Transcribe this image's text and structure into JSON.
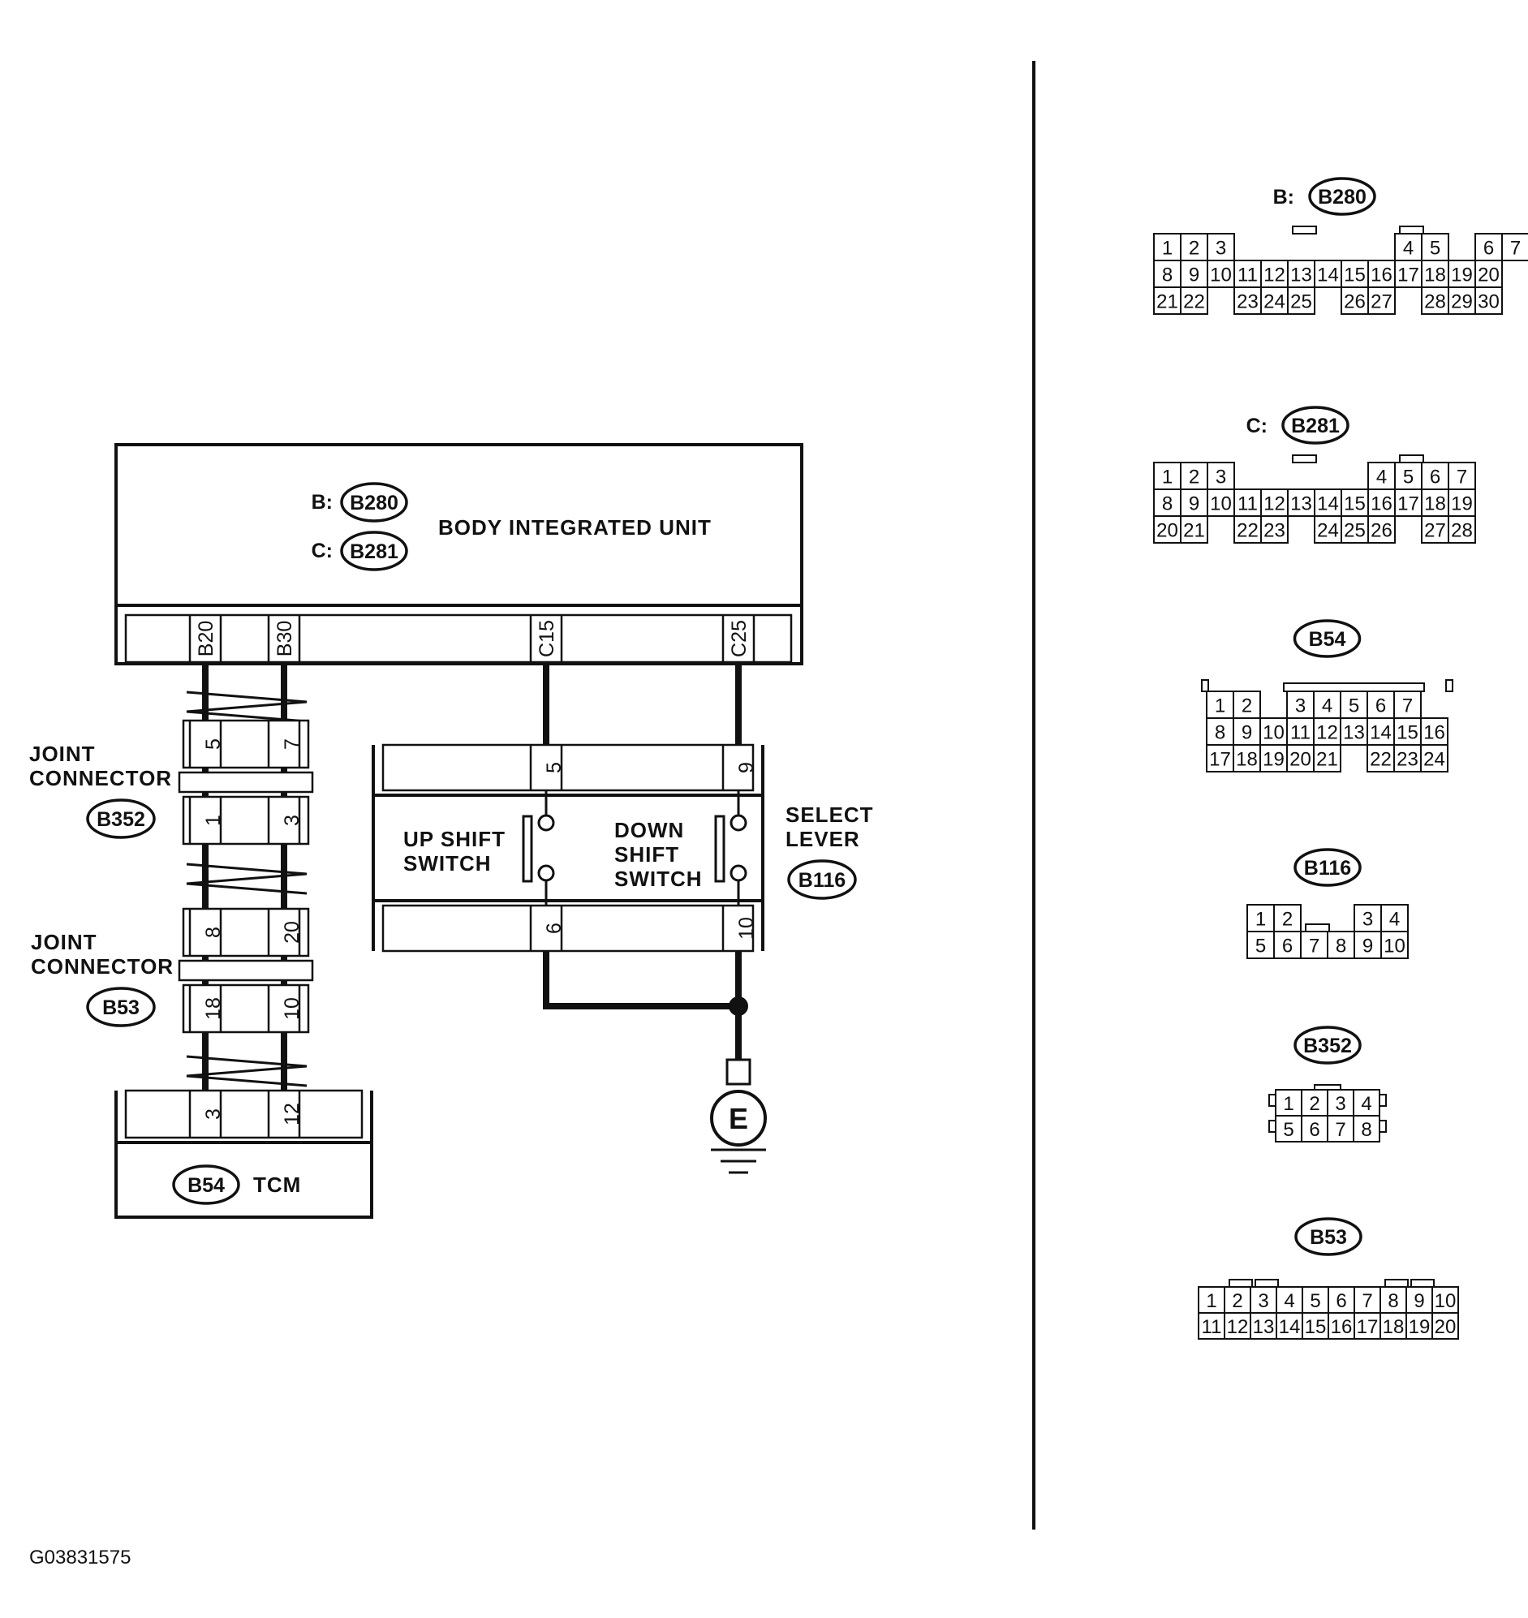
{
  "figure_id": "G03831575",
  "body_unit": {
    "title": "BODY INTEGRATED UNIT",
    "conn_b_prefix": "B:",
    "conn_b": "B280",
    "conn_c_prefix": "C:",
    "conn_c": "B281",
    "terminals": [
      "B20",
      "B30",
      "C15",
      "C25"
    ]
  },
  "joint_b352": {
    "label_line1": "JOINT",
    "label_line2": "CONNECTOR",
    "id": "B352",
    "top_pins": [
      "5",
      "7"
    ],
    "bottom_pins": [
      "1",
      "3"
    ]
  },
  "joint_b53": {
    "label_line1": "JOINT",
    "label_line2": "CONNECTOR",
    "id": "B53",
    "top_pins": [
      "8",
      "20"
    ],
    "bottom_pins": [
      "18",
      "10"
    ]
  },
  "tcm": {
    "id": "B54",
    "label": "TCM",
    "pins": [
      "3",
      "12"
    ]
  },
  "select_lever": {
    "label_line1": "SELECT",
    "label_line2": "LEVER",
    "id": "B116",
    "top_pins": [
      "5",
      "9"
    ],
    "bottom_pins": [
      "6",
      "10"
    ],
    "up_switch_line1": "UP SHIFT",
    "up_switch_line2": "SWITCH",
    "down_switch_line1": "DOWN",
    "down_switch_line2": "SHIFT",
    "down_switch_line3": "SWITCH"
  },
  "ground": {
    "label": "E"
  },
  "connector_views": [
    {
      "prefix": "B:",
      "id": "B280",
      "rows": [
        [
          "1",
          "2",
          "3",
          "",
          "",
          "",
          "",
          "",
          "",
          "4",
          "5",
          "",
          "6",
          "7"
        ],
        [
          "8",
          "9",
          "10",
          "11",
          "12",
          "13",
          "14",
          "15",
          "16",
          "17",
          "18",
          "19",
          "20"
        ],
        [
          "21",
          "22",
          "",
          "23",
          "24",
          "25",
          "",
          "26",
          "27",
          "",
          "28",
          "29",
          "30"
        ]
      ]
    },
    {
      "prefix": "C:",
      "id": "B281",
      "rows": [
        [
          "1",
          "2",
          "3",
          "",
          "",
          "",
          "",
          "",
          "4",
          "5",
          "6",
          "7"
        ],
        [
          "8",
          "9",
          "10",
          "11",
          "12",
          "13",
          "14",
          "15",
          "16",
          "17",
          "18",
          "19"
        ],
        [
          "20",
          "21",
          "",
          "22",
          "23",
          "",
          "24",
          "25",
          "26",
          "",
          "27",
          "28"
        ]
      ]
    },
    {
      "prefix": "",
      "id": "B54",
      "rows": [
        [
          "1",
          "2",
          "",
          "3",
          "4",
          "5",
          "6",
          "7"
        ],
        [
          "8",
          "9",
          "10",
          "11",
          "12",
          "13",
          "14",
          "15",
          "16"
        ],
        [
          "17",
          "18",
          "19",
          "20",
          "21",
          "",
          "22",
          "23",
          "24"
        ]
      ]
    },
    {
      "prefix": "",
      "id": "B116",
      "rows": [
        [
          "1",
          "2",
          "",
          "",
          "3",
          "4"
        ],
        [
          "5",
          "6",
          "7",
          "8",
          "9",
          "10"
        ]
      ]
    },
    {
      "prefix": "",
      "id": "B352",
      "rows": [
        [
          "1",
          "2",
          "3",
          "4"
        ],
        [
          "5",
          "6",
          "7",
          "8"
        ]
      ]
    },
    {
      "prefix": "",
      "id": "B53",
      "rows": [
        [
          "1",
          "2",
          "3",
          "4",
          "5",
          "6",
          "7",
          "8",
          "9",
          "10"
        ],
        [
          "11",
          "12",
          "13",
          "14",
          "15",
          "16",
          "17",
          "18",
          "19",
          "20"
        ]
      ]
    }
  ]
}
